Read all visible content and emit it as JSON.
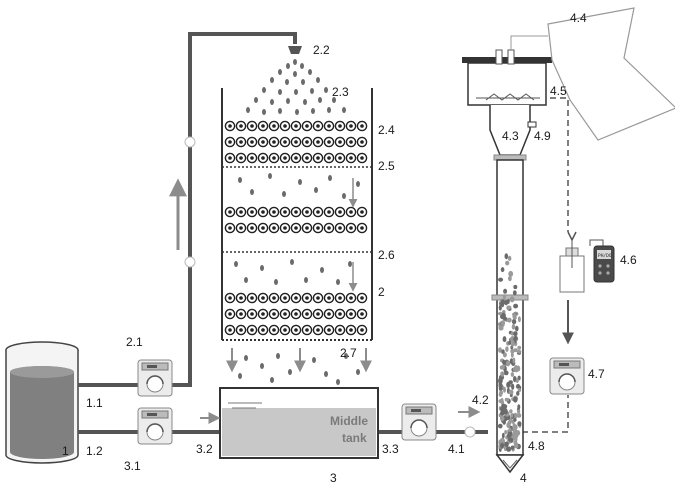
{
  "labels": {
    "l1": "1",
    "l1_1": "1.1",
    "l1_2": "1.2",
    "l2_1": "2.1",
    "l2_2": "2.2",
    "l2_3": "2.3",
    "l2_4": "2.4",
    "l2_5": "2.5",
    "l2_6": "2.6",
    "l2": "2",
    "l2_7": "2.7",
    "l3_1": "3.1",
    "l3_2": "3.2",
    "l3": "3",
    "l3_3": "3.3",
    "l4_1": "4.1",
    "l4_2": "4.2",
    "l4_3": "4.3",
    "l4_4": "4.4",
    "l4_5": "4.5",
    "l4_6": "4.6",
    "l4_7": "4.7",
    "l4_8": "4.8",
    "l4_9": "4.9",
    "l4": "4"
  },
  "middle_tank": {
    "line1": "Middle",
    "line2": "tank"
  },
  "meter_display": "PH/DO",
  "colors": {
    "pipe": "#555555",
    "dark_fill": "#6b6b6b",
    "media_dot": "#5a5a5a",
    "tank_water": "#808080",
    "arrow_grey": "#8c8c8c"
  }
}
